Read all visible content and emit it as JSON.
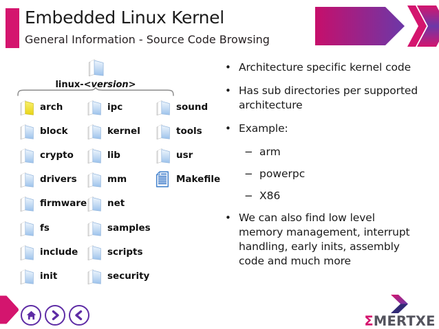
{
  "slide": {
    "title": "Embedded Linux Kernel",
    "subtitle": "General Information - Source Code Browsing"
  },
  "tree": {
    "root": {
      "prefix": "linux-",
      "version": "<version>",
      "icon": "folder-blue"
    },
    "columns": [
      {
        "items": [
          {
            "label": "arch",
            "icon": "folder-yellow"
          },
          {
            "label": "block",
            "icon": "folder-blue"
          },
          {
            "label": "crypto",
            "icon": "folder-blue"
          },
          {
            "label": "drivers",
            "icon": "folder-blue"
          },
          {
            "label": "firmware",
            "icon": "folder-blue"
          },
          {
            "label": "fs",
            "icon": "folder-blue"
          },
          {
            "label": "include",
            "icon": "folder-blue"
          },
          {
            "label": "init",
            "icon": "folder-blue"
          }
        ]
      },
      {
        "items": [
          {
            "label": "ipc",
            "icon": "folder-blue"
          },
          {
            "label": "kernel",
            "icon": "folder-blue"
          },
          {
            "label": "lib",
            "icon": "folder-blue"
          },
          {
            "label": "mm",
            "icon": "folder-blue"
          },
          {
            "label": "net",
            "icon": "folder-blue"
          },
          {
            "label": "samples",
            "icon": "folder-blue"
          },
          {
            "label": "scripts",
            "icon": "folder-blue"
          },
          {
            "label": "security",
            "icon": "folder-blue"
          }
        ]
      },
      {
        "items": [
          {
            "label": "sound",
            "icon": "folder-blue"
          },
          {
            "label": "tools",
            "icon": "folder-blue"
          },
          {
            "label": "usr",
            "icon": "folder-blue"
          },
          {
            "label": "Makefile",
            "icon": "file"
          }
        ]
      }
    ]
  },
  "content": {
    "bullet_marker": "•",
    "sub_marker": "−",
    "bullets": [
      {
        "level": 1,
        "text": "Architecture specific kernel code"
      },
      {
        "level": 1,
        "text": "Has sub directories per supported architecture"
      },
      {
        "level": 1,
        "text": "Example:"
      },
      {
        "level": 2,
        "text": "arm"
      },
      {
        "level": 2,
        "text": "powerpc"
      },
      {
        "level": 2,
        "text": "X86"
      },
      {
        "level": 1,
        "text": "We can also find low level memory management, interrupt handling, early inits, assembly code and much more"
      }
    ]
  },
  "footer": {
    "nav": [
      {
        "name": "home"
      },
      {
        "name": "next"
      },
      {
        "name": "previous"
      }
    ],
    "logo": {
      "sigma": "Σ",
      "name": "MERTXE"
    }
  },
  "colors": {
    "accent_pink": "#d4156e",
    "accent_purple": "#6c38a8",
    "nav_purple": "#5e2ca5",
    "logo_navy": "#312a75",
    "logo_gray": "#54545e",
    "folder_blue": "#a7c9ee",
    "folder_yellow": "#e8d417",
    "text": "#1a1a1a"
  }
}
